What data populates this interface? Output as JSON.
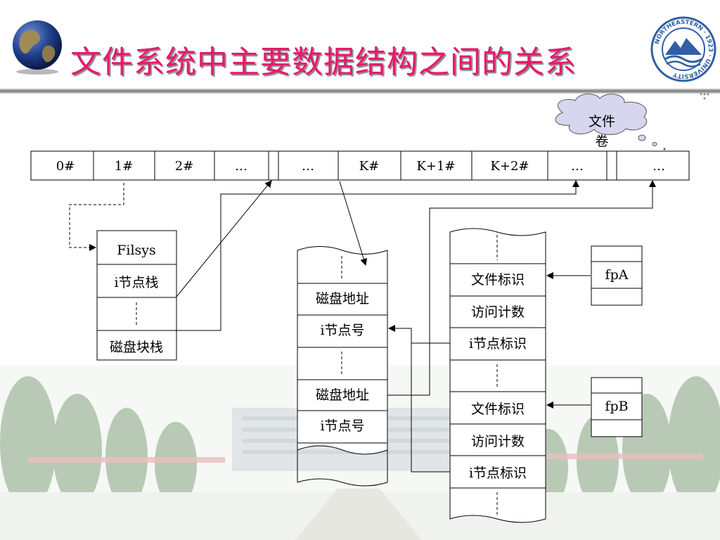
{
  "title": "文件系统中主要数据结构之间的关系",
  "logo": {
    "ring_text": "NORTHEASTERN · 1923 · UNIVERSITY",
    "emblem": "mountain-wave-emblem"
  },
  "cloud": {
    "line1": "文件",
    "line2": "卷"
  },
  "volume_cells": [
    "0#",
    "1#",
    "2#",
    "…",
    "…",
    "K#",
    "K+1#",
    "K+2#",
    "…",
    "…"
  ],
  "filsys": {
    "header": "Filsys",
    "inode_stack": "i节点栈",
    "block_stack": "磁盘块栈"
  },
  "directory": {
    "addr1": "磁盘地址",
    "inode1": "i节点号",
    "addr2": "磁盘地址",
    "inode2": "i节点号"
  },
  "file_table": {
    "entries": [
      "文件标识",
      "访问计数",
      "i节点标识",
      "文件标识",
      "访问计数",
      "i节点标识"
    ]
  },
  "pointers": {
    "a": "fpA",
    "b": "fpB"
  },
  "colors": {
    "title": "#e8186e",
    "line": "#000000",
    "logo_blue": "#2f5fa8"
  }
}
